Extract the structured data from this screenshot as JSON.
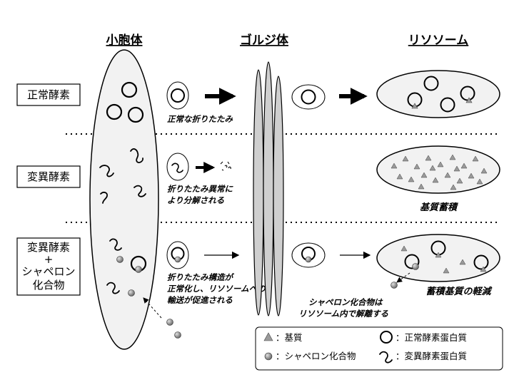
{
  "headers": {
    "er": "小胞体",
    "golgi": "ゴルジ体",
    "lyso": "リソソーム"
  },
  "rows": {
    "normal": {
      "label": "正常酵素",
      "caption": "正常な折りたたみ"
    },
    "mutant": {
      "label": "変異酵素",
      "caption_line1": "折りたたみ異常に",
      "caption_line2": "より分解される",
      "result": "基質蓄積"
    },
    "chaperone": {
      "label_line1": "変異酵素",
      "label_line2": "+",
      "label_line3": "シャペロン",
      "label_line4": "化合物",
      "caption_line1": "折りたたみ構造が",
      "caption_line2": "正常化し、リソソームへの",
      "caption_line3": "輸送が促進される",
      "lyso_note_line1": "シャペロン化合物は",
      "lyso_note_line2": "リソソーム内で解離する",
      "result": "蓄積基質の軽減"
    }
  },
  "legend": {
    "substrate": "：基質",
    "chaperone": "：シャペロン化合物",
    "normal_enzyme": "：正常酵素蛋白質",
    "mutant_enzyme": "：変異酵素蛋白質"
  },
  "colors": {
    "fill_light": "#f2f2f2",
    "golgi": "#cfcfcf",
    "substrate": "#9a9a9a",
    "chaperone": "#8a8a8a"
  }
}
